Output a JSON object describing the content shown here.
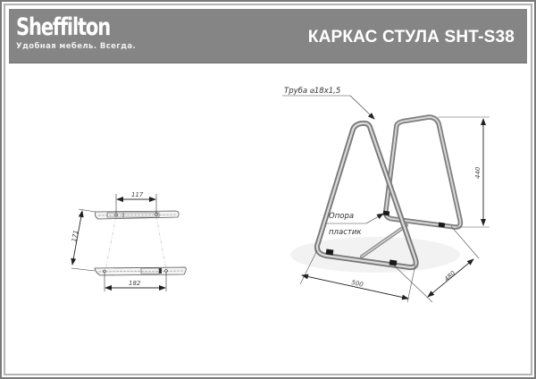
{
  "header": {
    "brand": "Sheffilton",
    "tagline": "Удобная мебель. Всегда.",
    "title": "КАРКАС СТУЛА SHT-S38"
  },
  "colors": {
    "header_bg": "#858585",
    "frame_outer": "#7a7a7a",
    "frame_inner": "#b4b4b4",
    "tube_metal": "#a8a8a8",
    "support_black": "#1a1a1a"
  },
  "top_view": {
    "dim_top": "117",
    "dim_side": "171",
    "dim_bottom": "182"
  },
  "iso_view": {
    "label_tube": "Труба ⌀18x1,5",
    "label_support_line1": "Опора",
    "label_support_line2": "пластик",
    "dim_height": "440",
    "dim_width": "500",
    "dim_depth": "480"
  }
}
